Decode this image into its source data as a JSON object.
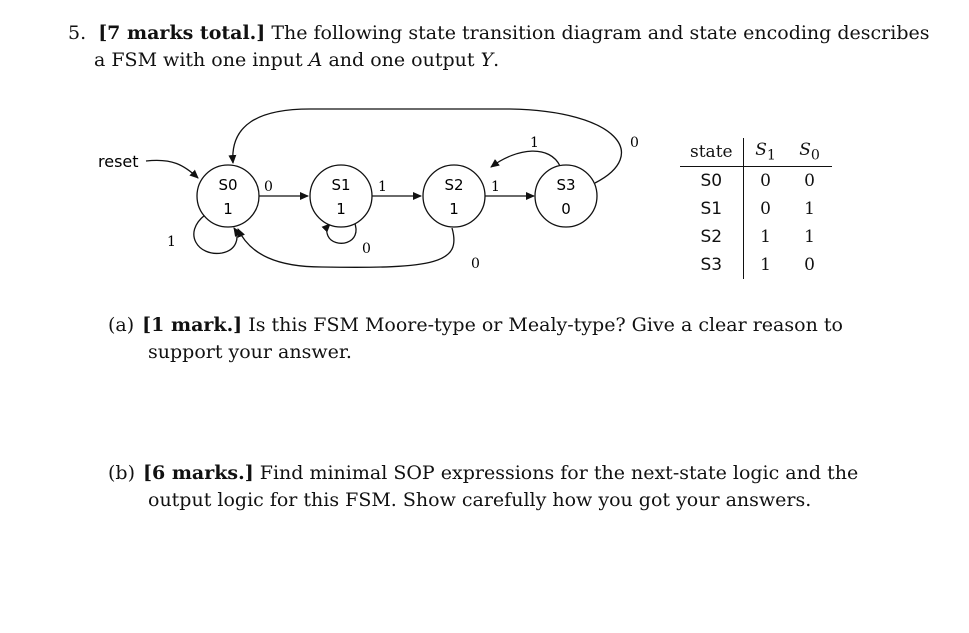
{
  "question": {
    "number": "5.",
    "marks": "[7 marks total.]",
    "line1": "The following state transition diagram and state encoding describes",
    "line2_a": "a FSM with one input ",
    "input_var": "A",
    "line2_b": " and one output ",
    "output_var": "Y",
    "line2_c": "."
  },
  "diagram": {
    "reset_label": "reset",
    "states": [
      {
        "name": "S0",
        "output": "1"
      },
      {
        "name": "S1",
        "output": "1"
      },
      {
        "name": "S2",
        "output": "1"
      },
      {
        "name": "S3",
        "output": "0"
      }
    ],
    "edge_labels": {
      "s0_s1": "0",
      "s1_s2": "1",
      "s2_s3": "1",
      "s3_s2": "1",
      "s3_s0": "0",
      "s0_self": "1",
      "s1_self": "0",
      "s2_s0": "0"
    }
  },
  "encoding_table": {
    "headers": {
      "state": "state",
      "s1": "S",
      "s1_sub": "1",
      "s0": "S",
      "s0_sub": "0"
    },
    "rows": [
      {
        "state": "S0",
        "s1": "0",
        "s0": "0"
      },
      {
        "state": "S1",
        "s1": "0",
        "s0": "1"
      },
      {
        "state": "S2",
        "s1": "1",
        "s0": "1"
      },
      {
        "state": "S3",
        "s1": "1",
        "s0": "0"
      }
    ]
  },
  "part_a": {
    "label": "(a)",
    "marks": "[1 mark.]",
    "line1": "Is this FSM Moore-type or Mealy-type? Give a clear reason to",
    "line2": "support your answer."
  },
  "part_b": {
    "label": "(b)",
    "marks": "[6 marks.]",
    "line1": "Find minimal SOP expressions for the next-state logic and the",
    "line2": "output logic for this FSM. Show carefully how you got your answers."
  }
}
